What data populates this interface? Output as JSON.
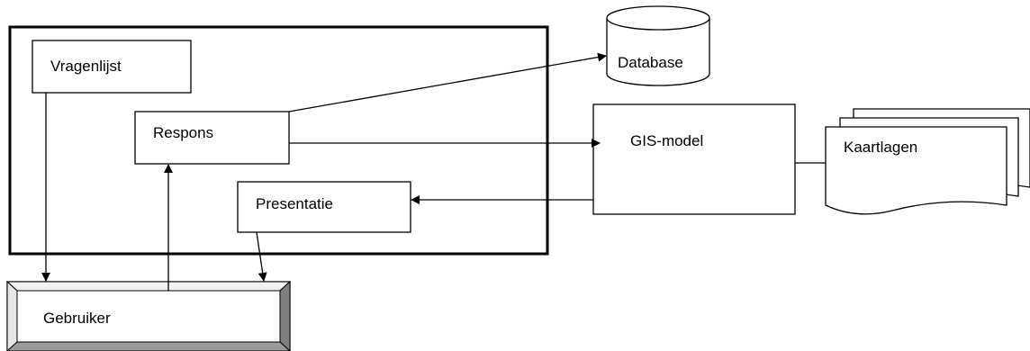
{
  "diagram": {
    "nodes": {
      "vragenlijst": "Vragenlijst",
      "respons": "Respons",
      "presentatie": "Presentatie",
      "database": "Database",
      "gis_model": "GIS-model",
      "kaartlagen": "Kaartlagen",
      "gebruiker": "Gebruiker"
    },
    "edges": [
      {
        "from": "Vragenlijst",
        "to": "Gebruiker"
      },
      {
        "from": "Gebruiker",
        "to": "Respons"
      },
      {
        "from": "Presentatie",
        "to": "Gebruiker"
      },
      {
        "from": "Respons",
        "to": "Database"
      },
      {
        "from": "Respons",
        "to": "GIS-model"
      },
      {
        "from": "GIS-model",
        "to": "Presentatie"
      },
      {
        "from": "GIS-model",
        "to": "Kaartlagen"
      }
    ]
  }
}
